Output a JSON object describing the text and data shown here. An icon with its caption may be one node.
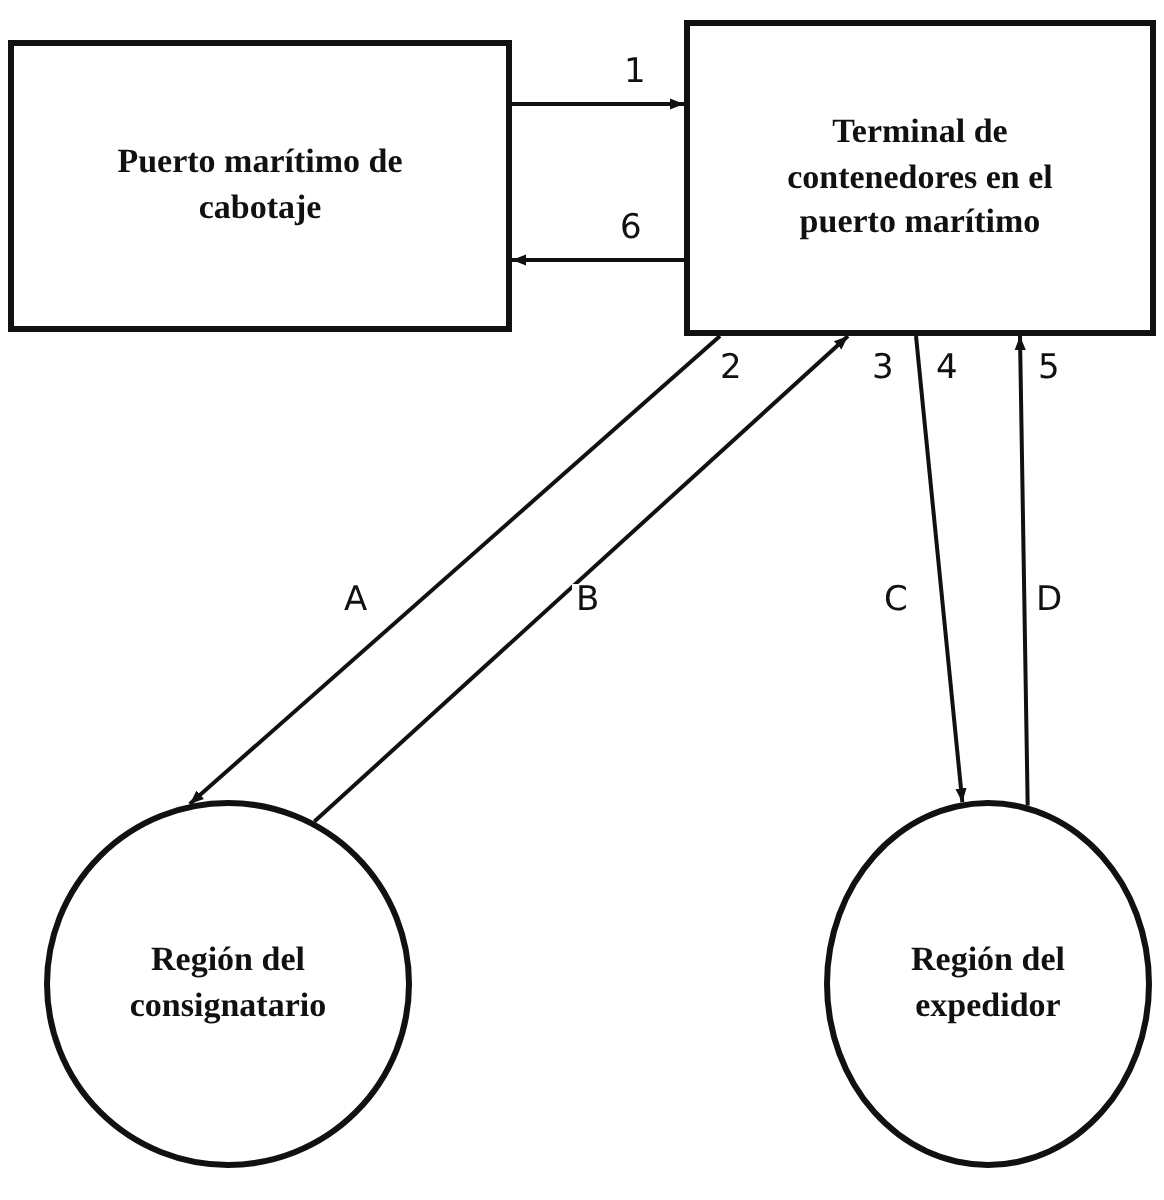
{
  "diagram": {
    "nodes": [
      {
        "text": [
          "Puerto marítimo de cabotaje"
        ]
      },
      {
        "text": [
          "Terminal de contenedores en el puerto marítimo"
        ]
      },
      {
        "text": [
          "Región del consignatario"
        ]
      },
      {
        "text": [
          "Región del expedidor"
        ]
      }
    ],
    "edges": [
      {
        "from": 0,
        "to": 1,
        "arrow": "to",
        "label": "1"
      },
      {
        "from": 1,
        "to": 0,
        "arrow": "to",
        "label": "6"
      },
      {
        "from": 1,
        "to": 2,
        "arrow": "to",
        "label": "2"
      },
      {
        "from": 2,
        "to": 1,
        "arrow": "to",
        "label": "3"
      },
      {
        "from": 1,
        "to": 3,
        "arrow": "to",
        "label": "4"
      },
      {
        "from": 3,
        "to": 1,
        "arrow": "to",
        "label": "5"
      }
    ],
    "labels": [
      "A",
      "B",
      "C",
      "D"
    ]
  }
}
